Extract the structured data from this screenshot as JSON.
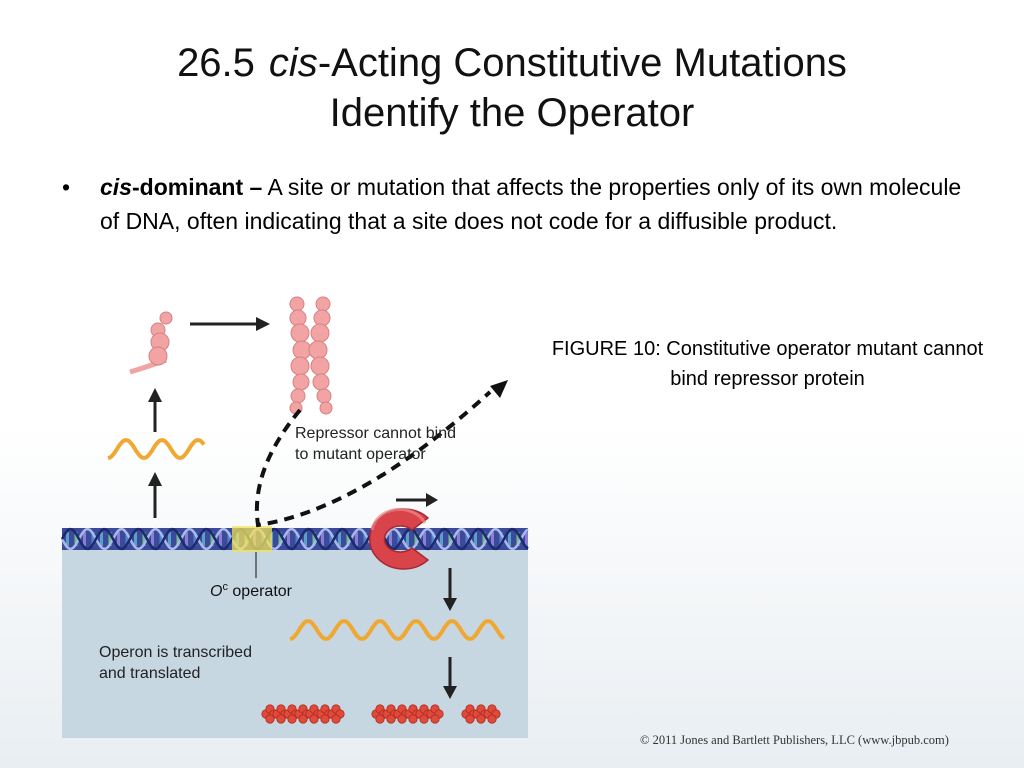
{
  "title": {
    "number": "26.5",
    "cis": "cis",
    "rest_line1": "-Acting Constitutive Mutations",
    "line2": "Identify the Operator"
  },
  "bullet": {
    "marker": "•",
    "term_cis": "cis",
    "term_rest": "-dominant –",
    "definition": " A site or mutation that affects the properties only of its own molecule of DNA, often indicating that a site does not code for a diffusible product."
  },
  "figure": {
    "repressor_label_line1": "Repressor cannot bind",
    "repressor_label_line2": "to mutant operator",
    "operator_label_o": "O",
    "operator_label_sup": "c",
    "operator_label_rest": " operator",
    "operon_label_line1": "Operon is transcribed",
    "operon_label_line2": "and translated",
    "caption": "FIGURE 10: Constitutive operator mutant cannot bind repressor protein",
    "colors": {
      "panel": "#c7d7e2",
      "dna_strand": "#2f3a8c",
      "dna_base": "#5aa0c8",
      "operator": "#f3e35a",
      "mrna": "#f0a830",
      "repressor": "#f2a3a3",
      "polymerase": "#d9434a",
      "protein": "#e04a3a"
    }
  },
  "copyright": "© 2011 Jones and Bartlett Publishers, LLC (www.jbpub.com)"
}
